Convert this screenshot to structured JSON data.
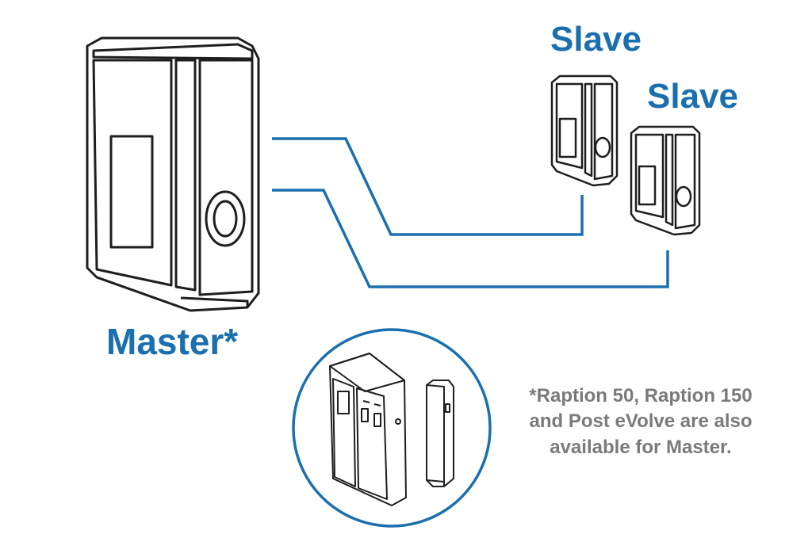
{
  "labels": {
    "slave_1": "Slave",
    "slave_2": "Slave",
    "master": "Master*"
  },
  "note": {
    "line_1": "*Raption 50, Raption 150",
    "line_2": "and Post eVolve are also",
    "line_3": "available for Master."
  },
  "colors": {
    "accent": "#1a6fae",
    "note_text": "#7a7a7a",
    "outline": "#1e1e1e",
    "connector": "#1a6fae"
  }
}
